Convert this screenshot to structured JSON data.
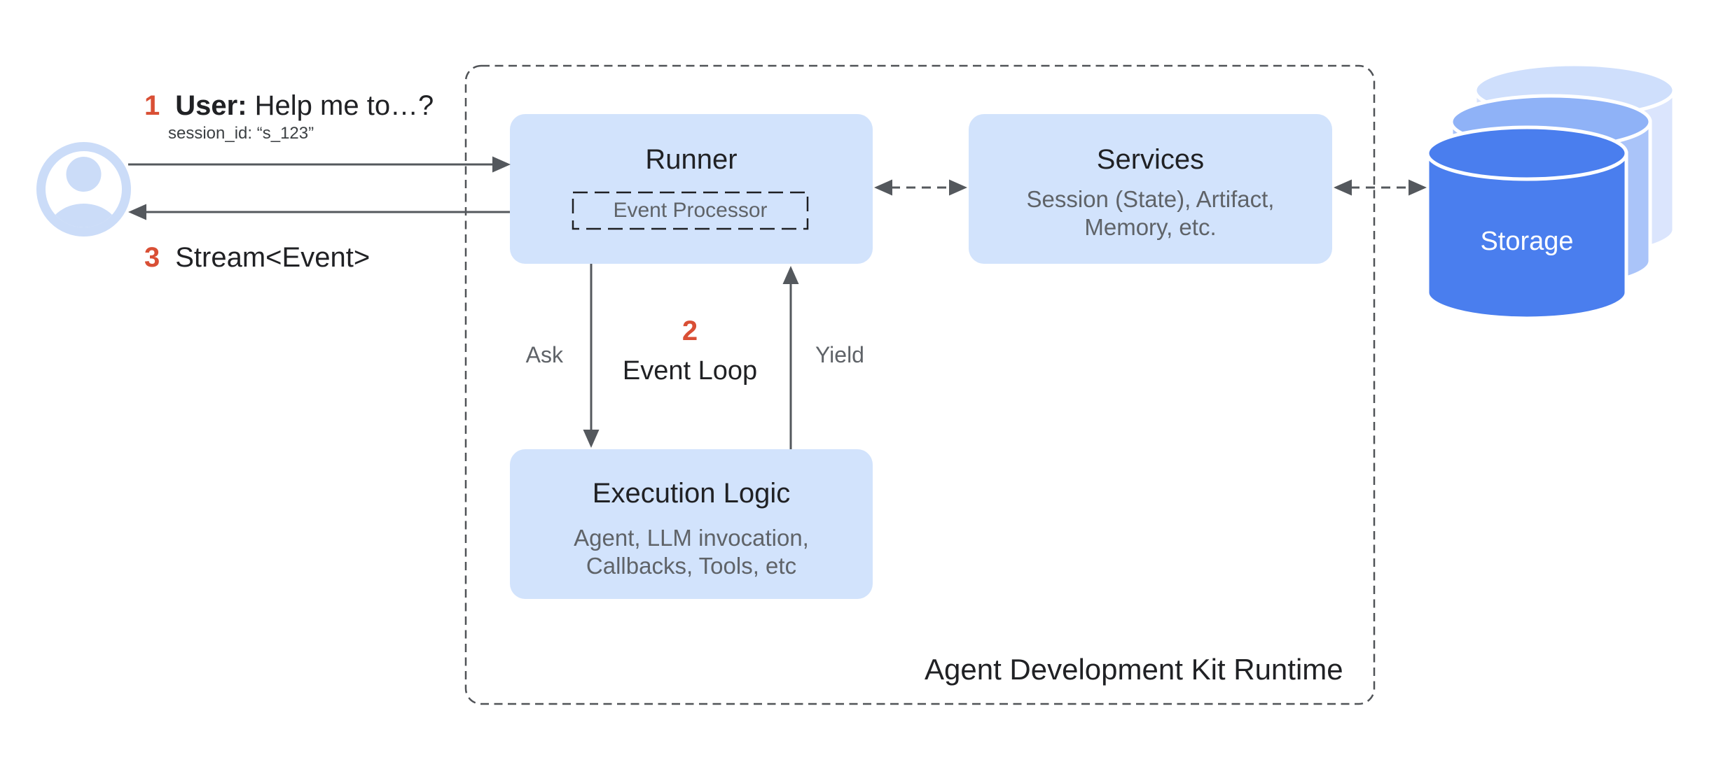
{
  "colors": {
    "accent_red": "#d94f35",
    "box_blue": "#d2e3fc",
    "icon_blue": "#cbdcf8",
    "storage_blue_front": "#4a7eee",
    "storage_blue_mid_top": "#8fb2f7",
    "storage_blue_mid_body": "#aac4f9",
    "storage_blue_back_top": "#cfdffc",
    "storage_blue_back_body": "#dbe5fd",
    "gray_text": "#5f6368",
    "dark_text": "#202124",
    "arrow_gray": "#54585d",
    "border_gray": "#505357"
  },
  "user_flow": {
    "step1": {
      "number": "1",
      "actor": "User:",
      "message": "Help me to…?",
      "session": "session_id: “s_123”"
    },
    "step3": {
      "number": "3",
      "message": "Stream<Event>"
    }
  },
  "runtime": {
    "caption": "Agent Development Kit Runtime",
    "runner": {
      "title": "Runner",
      "inner_component": "Event Processor"
    },
    "services": {
      "title": "Services",
      "description_line1": "Session (State), Artifact,",
      "description_line2": "Memory, etc."
    },
    "execution_logic": {
      "title": "Execution Logic",
      "description_line1": "Agent, LLM invocation,",
      "description_line2": "Callbacks, Tools, etc"
    },
    "event_loop": {
      "number": "2",
      "label": "Event Loop",
      "ask_label": "Ask",
      "yield_label": "Yield"
    }
  },
  "storage": {
    "label": "Storage"
  }
}
